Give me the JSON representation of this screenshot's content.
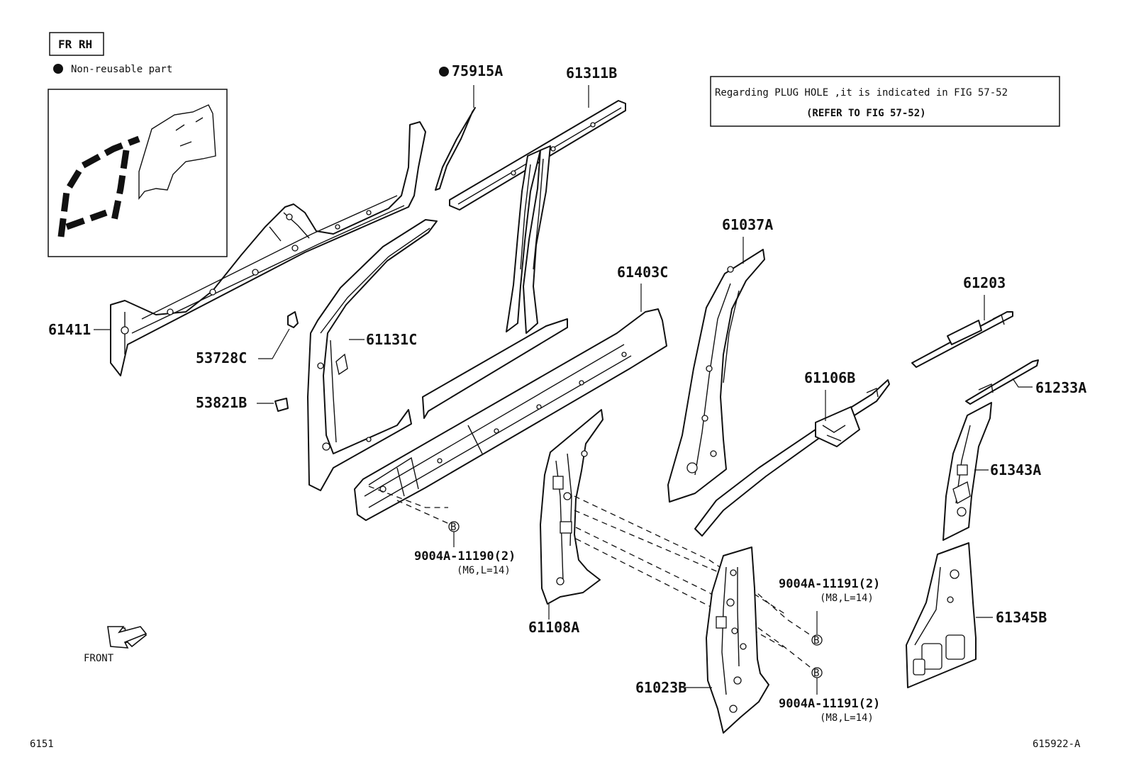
{
  "header": {
    "position_tag": "FR RH",
    "legend_text": "Non-reusable part"
  },
  "note": {
    "line1": "Regarding PLUG HOLE ,it is indicated in FIG 57-52",
    "line2": "(REFER TO FIG 57-52)"
  },
  "parts": {
    "p75915A": "75915A",
    "p61311B": "61311B",
    "p61411": "61411",
    "p53728C": "53728C",
    "p53821B": "53821B",
    "p61131C": "61131C",
    "p61403C": "61403C",
    "p61037A": "61037A",
    "p61203": "61203",
    "p61233A": "61233A",
    "p61106B": "61106B",
    "p61343A": "61343A",
    "p61345B": "61345B",
    "p61108A": "61108A",
    "p61023B": "61023B"
  },
  "bolts": {
    "b1_part": "9004A-11190(2)",
    "b1_spec": "(M6,L=14)",
    "b2_part": "9004A-11191(2)",
    "b2_spec": "(M8,L=14)",
    "b3_part": "9004A-11191(2)",
    "b3_spec": "(M8,L=14)",
    "marker": "B"
  },
  "front_label": "FRONT",
  "footer": {
    "left_code": "6151",
    "right_code": "615922-A"
  },
  "icons": {
    "non_reusable_marker": "filled-circle-icon",
    "front_arrow": "front-arrow-icon"
  }
}
